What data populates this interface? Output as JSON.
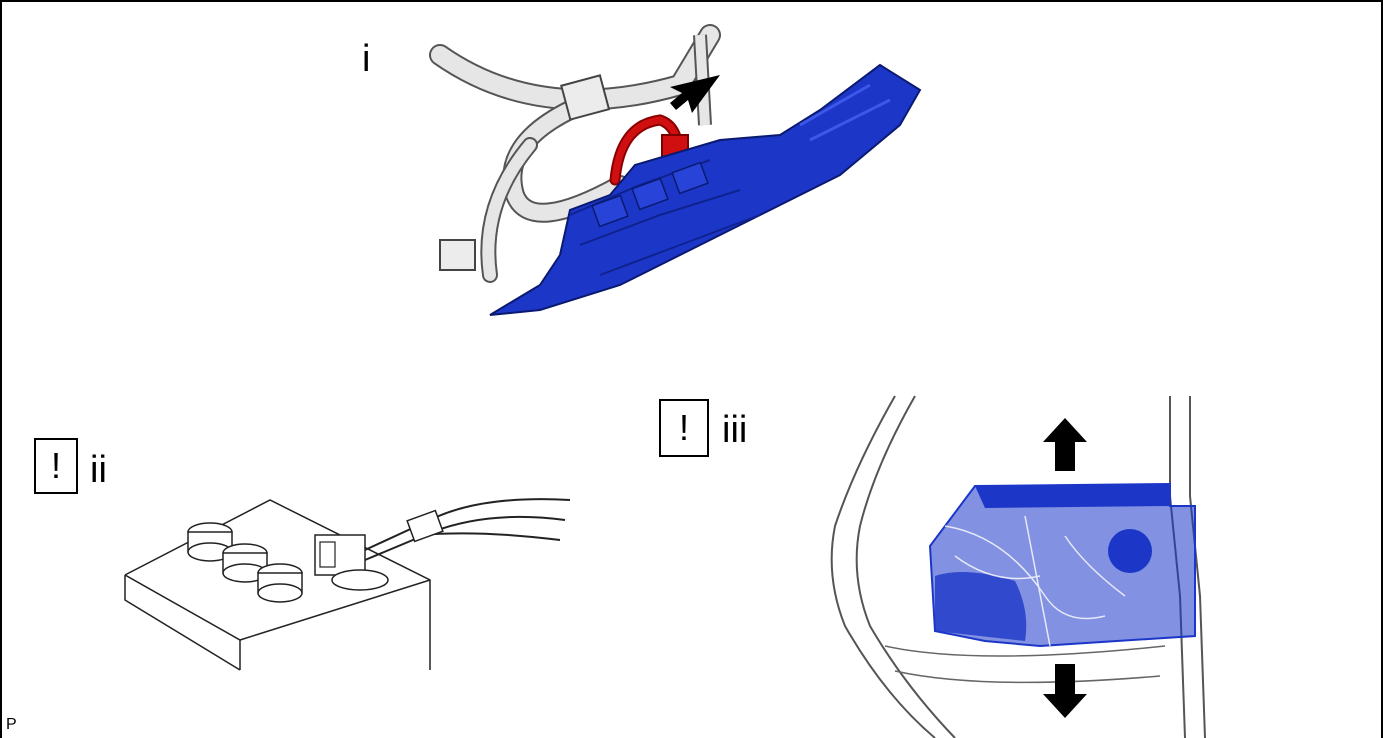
{
  "panels": {
    "top": {
      "label": "i"
    },
    "left": {
      "label": "ii",
      "caution_symbol": "!"
    },
    "right": {
      "label": "iii",
      "caution_symbol": "!"
    }
  },
  "footer_code": "P",
  "colors": {
    "component_blue": "#1c37c8",
    "harness_red": "#d01010",
    "harness_gray": "#e2e2e2",
    "outline": "#333333"
  }
}
